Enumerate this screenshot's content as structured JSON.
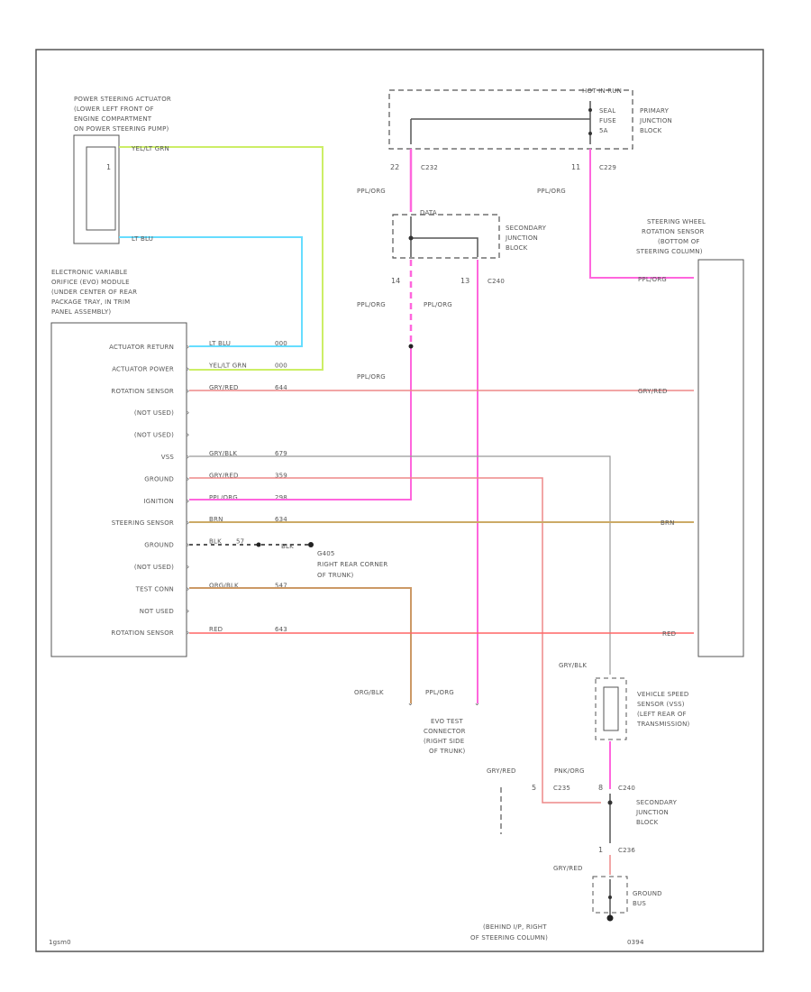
{
  "colors": {
    "pink": "#ff66dd",
    "yellow_green": "#ccee66",
    "light_blue": "#66ddff",
    "gray_red": "#ee8888",
    "gray_black": "#999999",
    "brown": "#ccaa66",
    "orange_black": "#cc9966",
    "red": "#ff6666",
    "black": "#222222"
  },
  "actuator": {
    "title": [
      "POWER STEERING ACTUATOR",
      "(LOWER LEFT FRONT OF",
      "ENGINE COMPARTMENT",
      "ON POWER STEERING PUMP)"
    ],
    "pin1_label": "1",
    "wire1": "YEL/LT GRN",
    "pin2_label": "LT BLU"
  },
  "evo_module": {
    "title": [
      "ELECTRONIC VARIABLE",
      "ORIFICE (EVO) MODULE",
      "(UNDER CENTER OF REAR",
      "PACKAGE TRAY, IN TRIM",
      "PANEL ASSEMBLY)"
    ],
    "pins": [
      {
        "label": "ACTUATOR RETURN",
        "wire": "LT BLU",
        "circuit": "000"
      },
      {
        "label": "ACTUATOR POWER",
        "wire": "YEL/LT GRN",
        "circuit": "000"
      },
      {
        "label": "ROTATION SENSOR",
        "wire": "GRY/RED",
        "circuit": "644"
      },
      {
        "label": "(NOT USED)",
        "wire": "",
        "circuit": ""
      },
      {
        "label": "(NOT USED)",
        "wire": "",
        "circuit": ""
      },
      {
        "label": "VSS",
        "wire": "GRY/BLK",
        "circuit": "679"
      },
      {
        "label": "GROUND",
        "wire": "GRY/RED",
        "circuit": "359"
      },
      {
        "label": "IGNITION",
        "wire": "PPL/ORG",
        "circuit": "298"
      },
      {
        "label": "STEERING SENSOR",
        "wire": "BRN",
        "circuit": "634"
      },
      {
        "label": "GROUND",
        "wire": "BLK",
        "circuit": "57"
      },
      {
        "label": "(NOT USED)",
        "wire": "",
        "circuit": ""
      },
      {
        "label": "TEST CONN",
        "wire": "ORG/BLK",
        "circuit": "547"
      },
      {
        "label": "NOT USED",
        "wire": "",
        "circuit": ""
      },
      {
        "label": "ROTATION SENSOR",
        "wire": "RED",
        "circuit": "643"
      }
    ]
  },
  "ground_g": {
    "wire": "BLK",
    "label": "G405",
    "desc": [
      "RIGHT REAR CORNER",
      "OF TRUNK)"
    ]
  },
  "primary_jb": {
    "hot": "HOT IN RUN",
    "fuse": [
      "SEAL",
      "FUSE",
      "5A"
    ],
    "label": [
      "PRIMARY",
      "JUNCTION",
      "BLOCK"
    ],
    "left_pin": "22",
    "left_conn": "C232",
    "right_pin": "11",
    "right_conn": "C229"
  },
  "secondary_jb_top": {
    "top_label": "DATA",
    "label": [
      "SECONDARY",
      "JUNCTION",
      "BLOCK"
    ],
    "left_pin": "14",
    "right_pin": "13",
    "conn": "C240"
  },
  "wire_labels": {
    "ppl_org": "PPL/ORG",
    "gry_red": "GRY/RED",
    "brn": "BRN",
    "red": "RED",
    "org_blk": "ORG/BLK",
    "gry_blk": "GRY/BLK",
    "pnk_org": "PNK/ORG"
  },
  "steering_sensor": {
    "title": [
      "STEERING WHEEL",
      "ROTATION SENSOR",
      "(BOTTOM OF",
      "STEERING COLUMN)"
    ]
  },
  "evo_test": {
    "title": [
      "EVO TEST",
      "CONNECTOR",
      "(RIGHT SIDE",
      "OF TRUNK)"
    ]
  },
  "vss": {
    "title": [
      "VEHICLE SPEED",
      "SENSOR (VSS)",
      "(LEFT REAR OF",
      "TRANSMISSION)"
    ]
  },
  "secondary_jb_bottom": {
    "left_pin": "5",
    "left_conn": "C235",
    "right_pin": "8",
    "right_conn": "C240",
    "label": [
      "SECONDARY",
      "JUNCTION",
      "BLOCK"
    ],
    "bottom_pin": "1",
    "bottom_conn": "C236"
  },
  "ground_bus": {
    "label": [
      "GROUND",
      "BUS"
    ],
    "location": [
      "(BEHIND I/P, RIGHT",
      "OF STEERING COLUMN)"
    ]
  },
  "footer": {
    "left": "1gsm0",
    "right": "0394"
  }
}
